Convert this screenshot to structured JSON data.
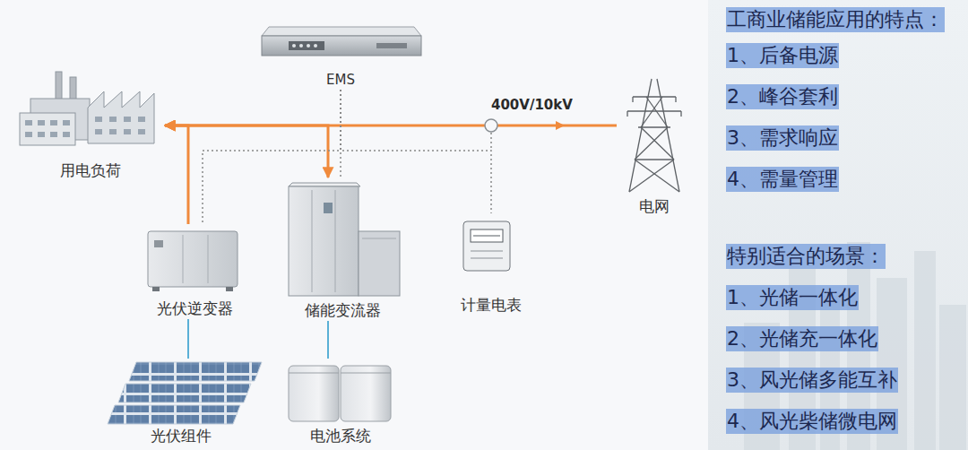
{
  "diagram": {
    "nodes": [
      {
        "text": [
          "EMS"
        ]
      },
      {
        "text": [
          "用电负荷"
        ]
      },
      {
        "text": [
          "电网"
        ]
      },
      {
        "text": [
          "光伏逆变器"
        ]
      },
      {
        "text": [
          "储能变流器"
        ]
      },
      {
        "text": [
          "计量电表"
        ]
      },
      {
        "text": [
          "光伏组件"
        ]
      },
      {
        "text": [
          "电池系统"
        ]
      }
    ],
    "edges": [
      {
        "from": 2,
        "to": 1,
        "arrow": "to",
        "label": "400V/10kV"
      },
      {
        "from": 3,
        "to": 1,
        "arrow": "to"
      },
      {
        "from": 4,
        "to": 1,
        "arrow": "both"
      },
      {
        "from": 0,
        "to": 3,
        "arrow": "none"
      },
      {
        "from": 0,
        "to": 4,
        "arrow": "none"
      },
      {
        "from": 0,
        "to": 5,
        "arrow": "none"
      },
      {
        "from": 3,
        "to": 6,
        "arrow": "none"
      },
      {
        "from": 4,
        "to": 7,
        "arrow": "none"
      }
    ],
    "labels": [
      "工商业储能应用的特点：",
      "1、后备电源",
      "2、峰谷套利",
      "3、需求响应",
      "4、需量管理",
      "特别适合的场景：",
      "1、光储一体化",
      "2、光储充一体化",
      "3、风光储多能互补",
      "4、风光柴储微电网"
    ]
  }
}
